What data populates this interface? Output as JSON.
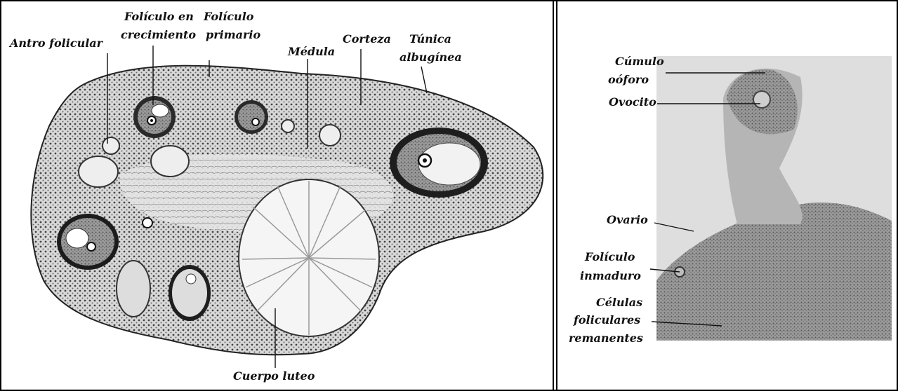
{
  "left_figure": {
    "labels": {
      "antro_folicular": "Antro folicular",
      "foliculo_crecimiento_1": "Folículo en",
      "foliculo_crecimiento_2": "crecimiento",
      "foliculo_primario_1": "Folículo",
      "foliculo_primario_2": "primario",
      "medula": "Médula",
      "corteza": "Corteza",
      "tunica_1": "Túnica",
      "tunica_2": "albugínea",
      "cuerpo_luteo": "Cuerpo luteo"
    }
  },
  "right_figure": {
    "labels": {
      "cumulo_1": "Cúmulo",
      "cumulo_2": "oóforo",
      "ovocito": "Ovocito",
      "ovario": "Ovario",
      "foliculo_inmaduro_1": "Folículo",
      "foliculo_inmaduro_2": "inmaduro",
      "celulas_1": "Células",
      "celulas_2": "foliculares",
      "celulas_3": "remanentes"
    }
  },
  "colors": {
    "ink": "#111111",
    "tissue": "#6a6a6a",
    "photo": "#8c8c8c"
  }
}
